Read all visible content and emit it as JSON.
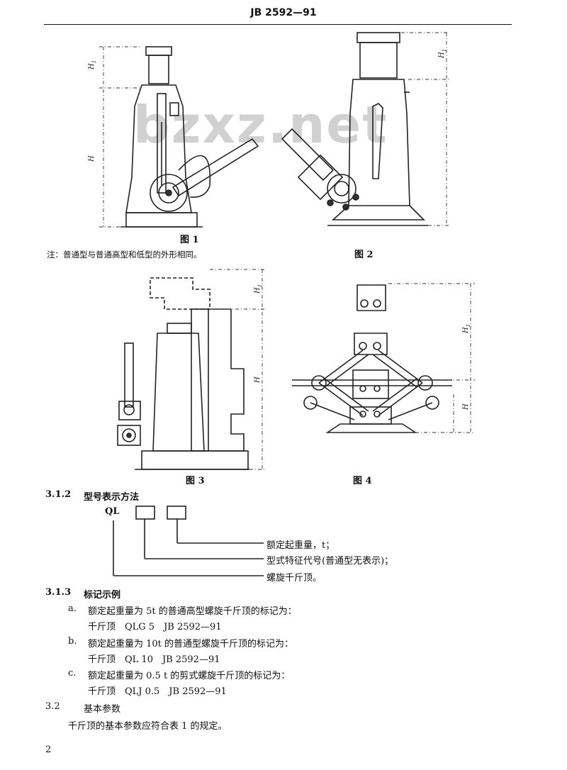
{
  "header": {
    "title": "JB 2592—91"
  },
  "watermark": "bzxz.net",
  "figures": {
    "fig1_caption": "图 1",
    "fig2_caption": "图 2",
    "fig3_caption": "图 3",
    "fig4_caption": "图 4",
    "note": "注：普通型与普通高型和低型的外形相同。",
    "dim_h1": "H",
    "dim_h1_sub": "1",
    "dim_h": "H"
  },
  "section_3_1_2": {
    "number": "3.1.2",
    "title": "型号表示方法",
    "code_prefix": "QL",
    "legend": [
      "额定起重量，t；",
      "型式特征代号(普通型无表示)；",
      "螺旋千斤顶。"
    ]
  },
  "section_3_1_3": {
    "number": "3.1.3",
    "title": "标记示例",
    "items": [
      {
        "letter": "a.",
        "text": "额定起重量为 5t 的普通高型螺旋千斤顶的标记为：",
        "mark": "千斤顶　QLG 5　JB 2592—91"
      },
      {
        "letter": "b.",
        "text": "额定起重量为 10t 的普通型螺旋千斤顶的标记为：",
        "mark": "千斤顶　QL 10　JB 2592—91"
      },
      {
        "letter": "c.",
        "text": "额定起重量为 0.5 t 的剪式螺旋千斤顶的标记为：",
        "mark": "千斤顶　QLJ 0.5　JB 2592—91"
      }
    ]
  },
  "section_3_2": {
    "number": "3.2",
    "title": "基本参数",
    "text": "千斤顶的基本参数应符合表 1 的规定。"
  },
  "page_number": "2"
}
